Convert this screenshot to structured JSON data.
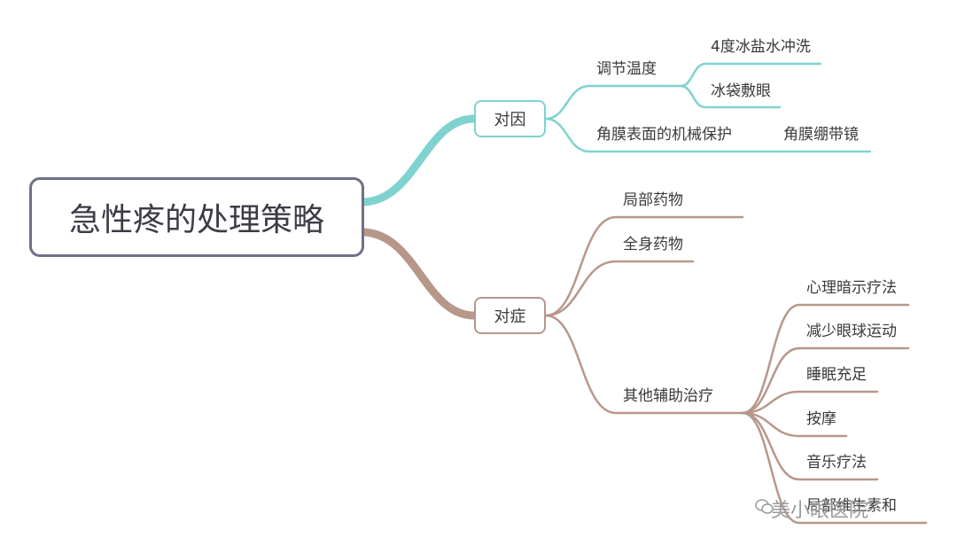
{
  "root": {
    "label": "急性疼的处理策略"
  },
  "branches": {
    "cause": {
      "label": "对因",
      "children": [
        {
          "label": "调节温度",
          "children": [
            "4度冰盐水冲洗",
            "冰袋敷眼"
          ]
        },
        {
          "label": "角膜表面的机械保护",
          "children": [
            "角膜绷带镜"
          ]
        }
      ]
    },
    "symptom": {
      "label": "对症",
      "children": [
        {
          "label": "局部药物"
        },
        {
          "label": "全身药物"
        },
        {
          "label": "其他辅助治疗",
          "children": [
            "心理暗示疗法",
            "减少眼球运动",
            "睡眠充足",
            "按摩",
            "音乐疗法",
            "局部维生素和"
          ]
        }
      ]
    }
  },
  "watermark": "美小眼医院",
  "colors": {
    "cause": "#7fd3cf",
    "symptom": "#b8978b",
    "root_border": "#6e7186"
  }
}
